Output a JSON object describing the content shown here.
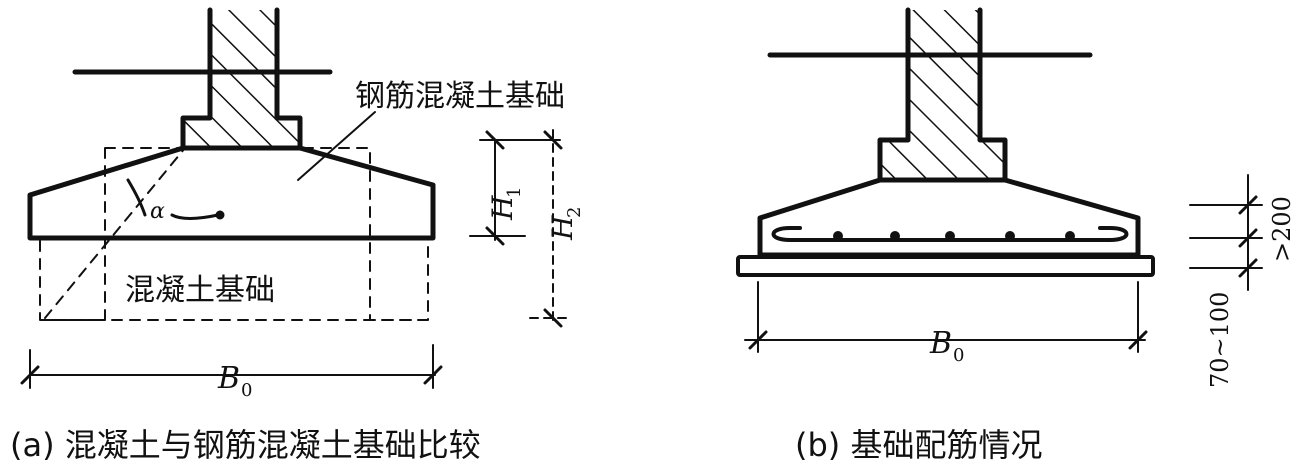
{
  "diagram_a": {
    "label_rc": "钢筋混凝土基础",
    "label_plain": "混凝土基础",
    "angle_symbol": "α",
    "dim_h1": "H",
    "dim_h1_sub": "1",
    "dim_h2": "H",
    "dim_h2_sub": "2",
    "dim_width": "B",
    "dim_width_sub": "0",
    "caption": "(a) 混凝土与钢筋混凝土基础比较"
  },
  "diagram_b": {
    "dim_width": "B",
    "dim_width_sub": "0",
    "dim_cover": "70~100",
    "dim_top": ">200",
    "caption": "(b) 基础配筋情况"
  }
}
